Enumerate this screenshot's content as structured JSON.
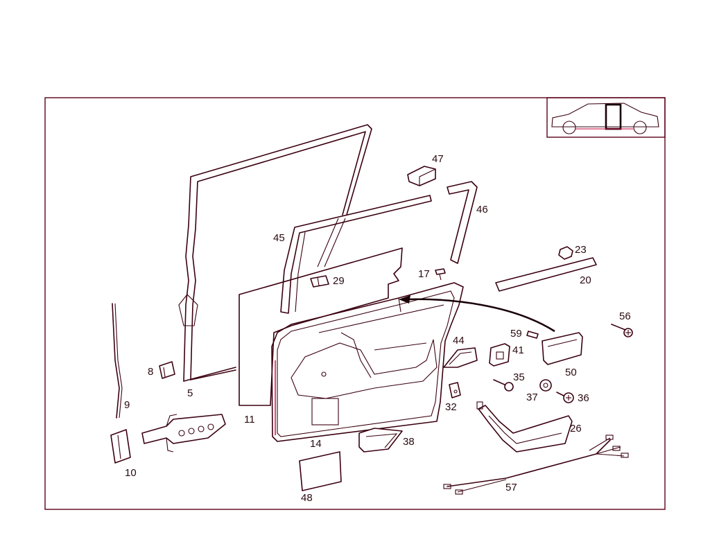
{
  "labels": {
    "l5": "5",
    "l8": "8",
    "l9": "9",
    "l10": "10",
    "l11": "11",
    "l14": "14",
    "l17": "17",
    "l20": "20",
    "l23": "23",
    "l26": "26",
    "l29": "29",
    "l32": "32",
    "l35": "35",
    "l36": "36",
    "l37": "37",
    "l38": "38",
    "l41": "41",
    "l44": "44",
    "l45": "45",
    "l46": "46",
    "l47": "47",
    "l48": "48",
    "l50": "50",
    "l56": "56",
    "l57": "57",
    "l59": "59"
  },
  "colors": {
    "line": "#3a0010",
    "frame": "#5a0018",
    "accent": "#c0003a"
  }
}
